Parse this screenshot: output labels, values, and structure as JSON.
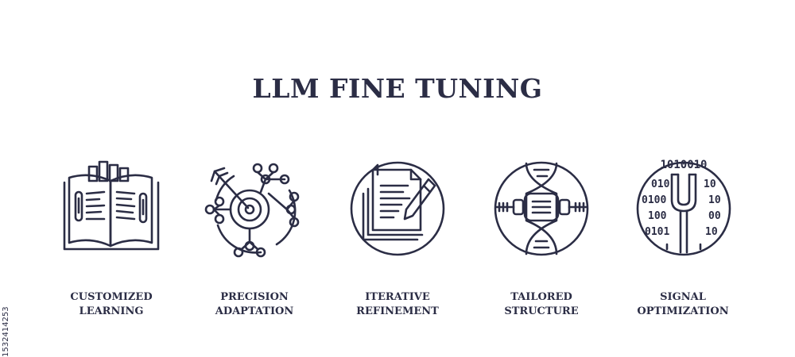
{
  "title": "LLM FINE TUNING",
  "stock_id": "1532414253",
  "colors": {
    "ink": "#2b2d45",
    "background": "#ffffff"
  },
  "items": [
    {
      "icon": "open-book-icon",
      "line1": "CUSTOMIZED",
      "line2": "LEARNING"
    },
    {
      "icon": "target-network-icon",
      "line1": "PRECISION",
      "line2": "ADAPTATION"
    },
    {
      "icon": "document-pen-icon",
      "line1": "ITERATIVE",
      "line2": "REFINEMENT"
    },
    {
      "icon": "dna-helix-icon",
      "line1": "TAILORED",
      "line2": "STRUCTURE"
    },
    {
      "icon": "binary-tuning-fork-icon",
      "line1": "SIGNAL",
      "line2": "OPTIMIZATION"
    }
  ],
  "binary": {
    "top": "1010010",
    "left": [
      "010",
      "0100",
      "100",
      "0101"
    ],
    "right": [
      "10",
      "10",
      "00",
      "10"
    ]
  }
}
